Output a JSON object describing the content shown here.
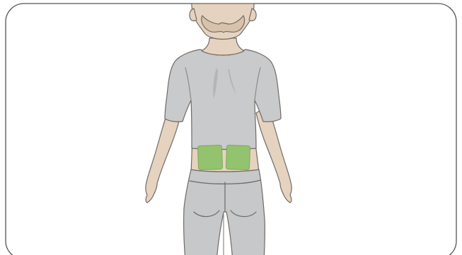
{
  "illustration": {
    "subject": "person-back-view",
    "highlighted_regions": [
      "left-lower-back",
      "right-lower-back"
    ]
  },
  "colors": {
    "frame_stroke": "#555555",
    "skin": "#e6d3bf",
    "skin_shadow": "#d9c2ab",
    "shirt": "#c8cacb",
    "shirt_shadow": "#b3b5b7",
    "pants": "#c6c8c9",
    "pants_shadow": "#b2b4b6",
    "outline": "#6f6a66",
    "highlight": "#93c36e",
    "highlight_stroke": "#7aa95a"
  }
}
